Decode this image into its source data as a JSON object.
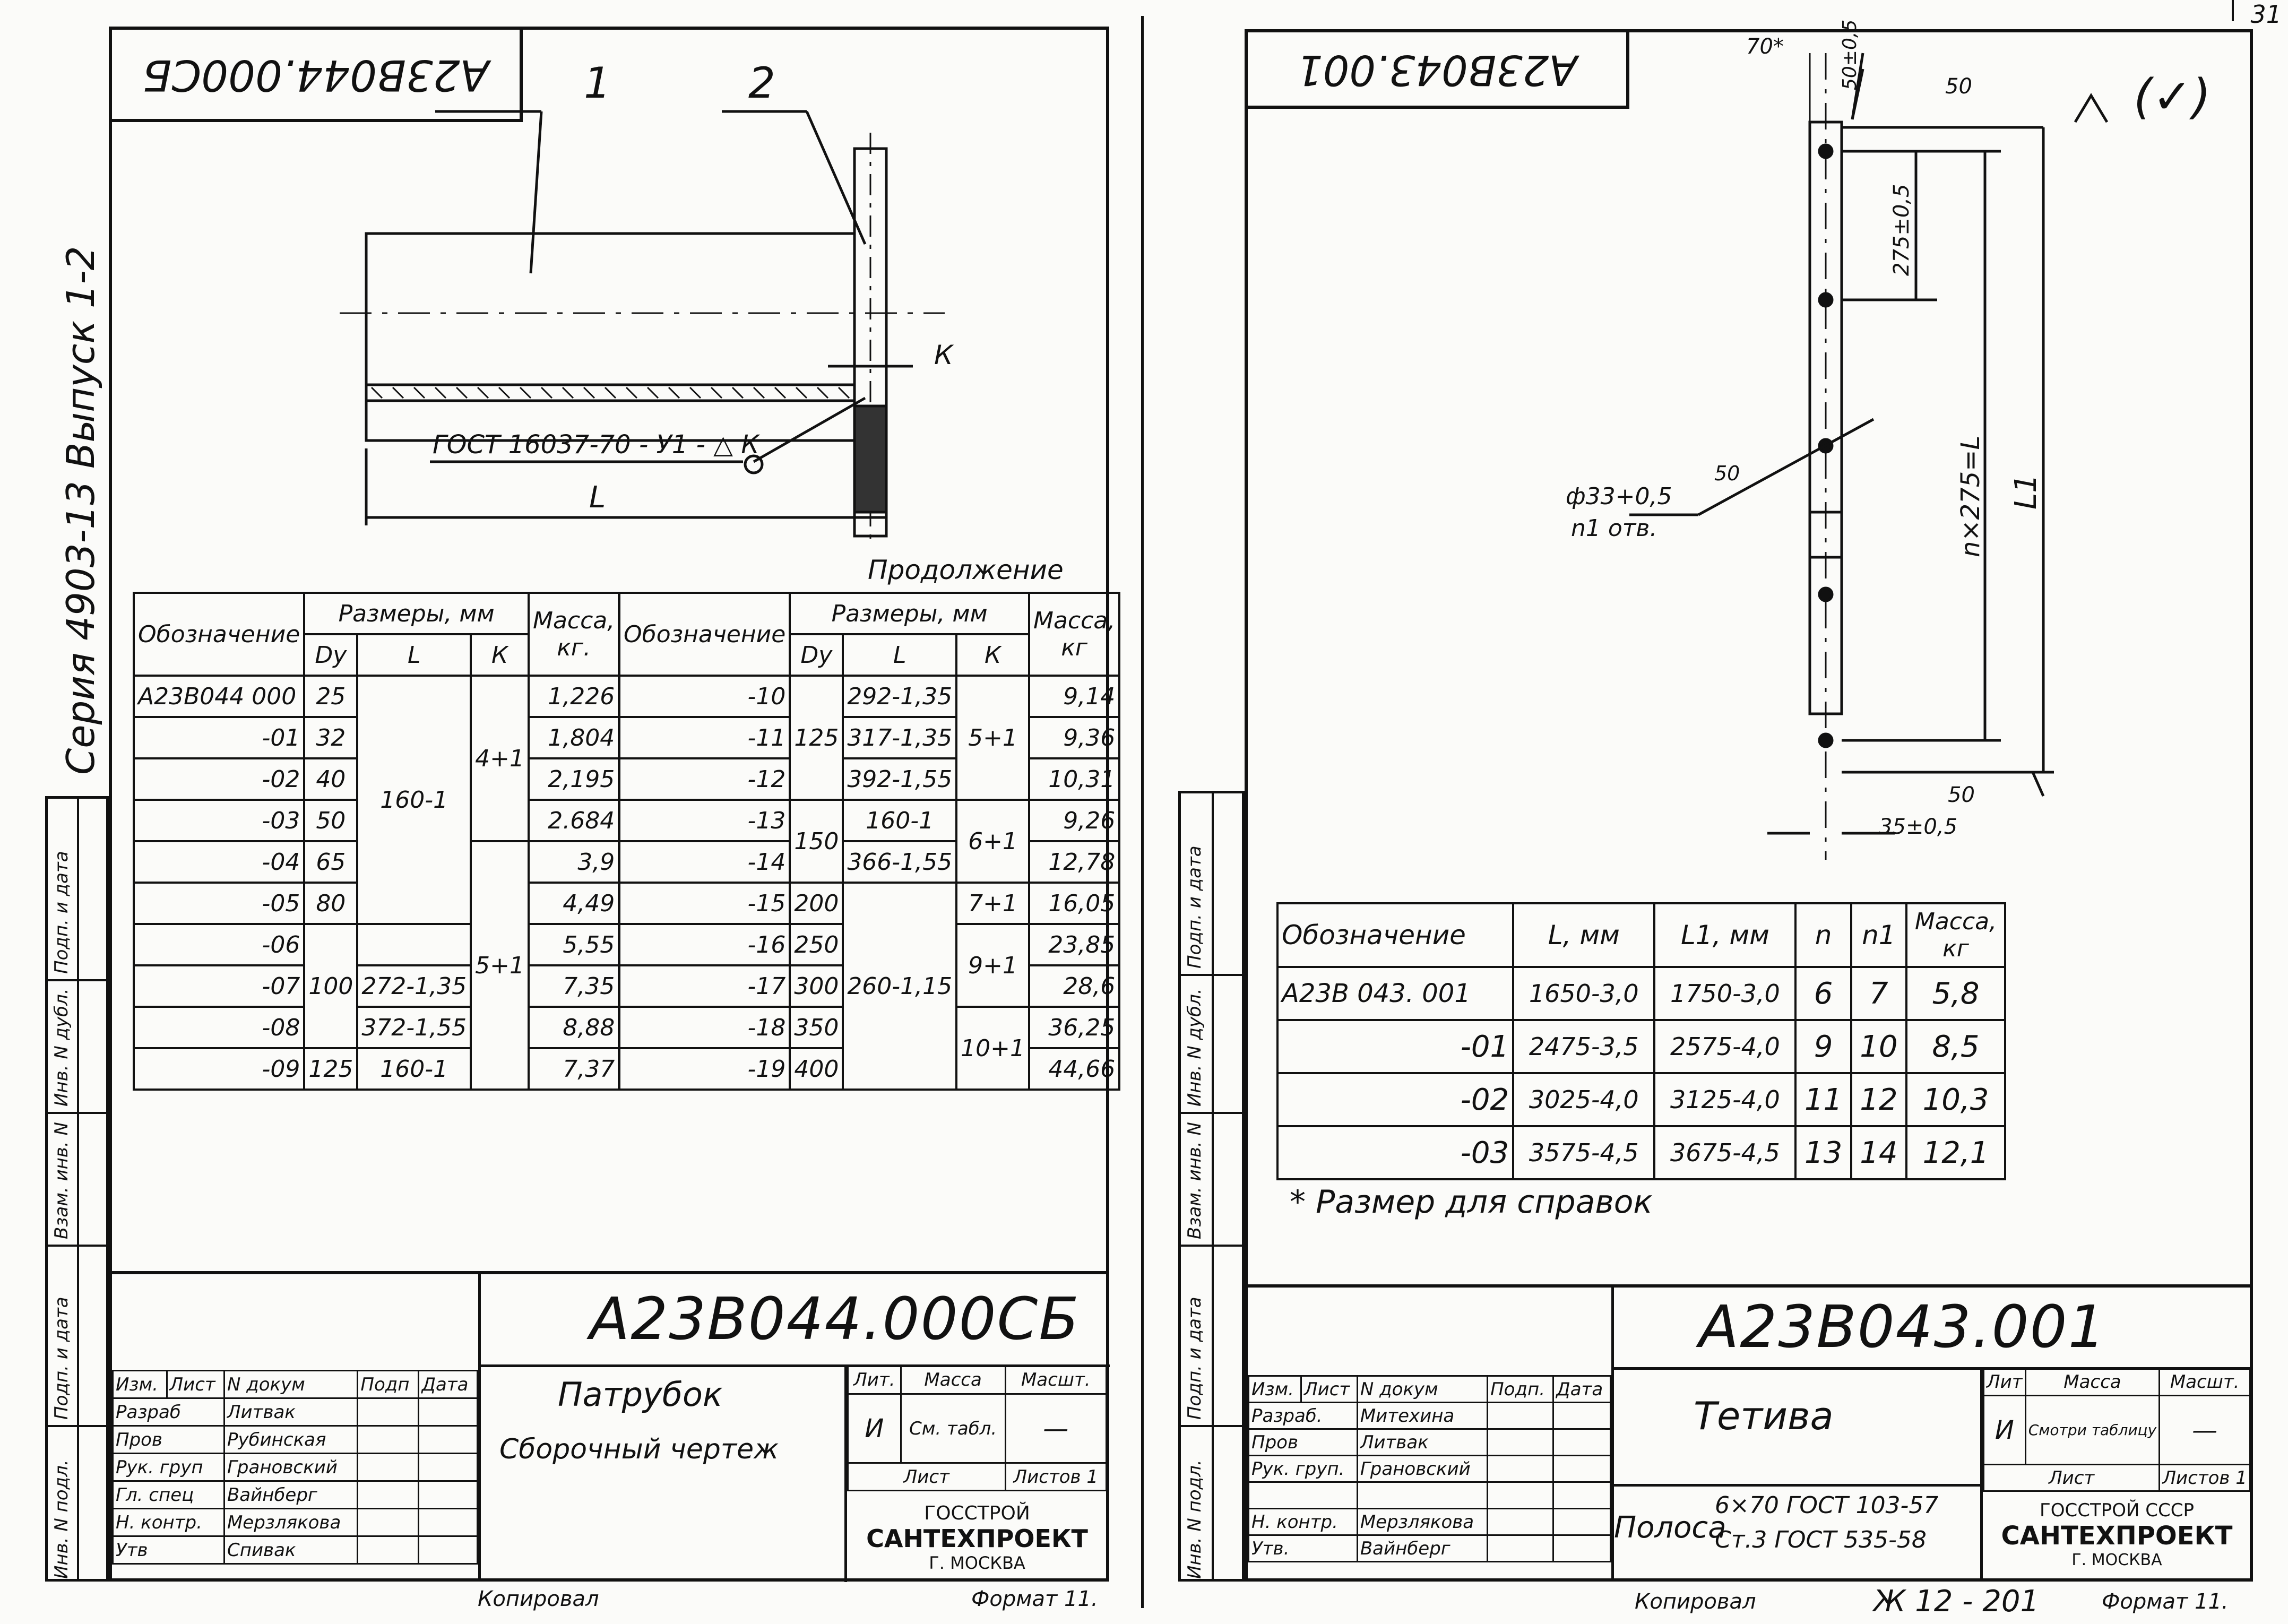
{
  "page_number": "31",
  "left": {
    "code_rotated": "А23В044.000СБ",
    "series_label": "Серия 4903-13   Выпуск 1-2",
    "sidebar_labels": [
      "Подп. и дата",
      "Инв. N дубл.",
      "Взам. инв. N",
      "Подп. и дата",
      "Инв. N подл."
    ],
    "callout_1": "1",
    "callout_2": "2",
    "weld_note": "ГОСТ 16037-70 - У1 - △ К",
    "dim_L": "L",
    "dim_K": "К",
    "continuation": "Продолжение",
    "table1": {
      "h_designation": "Обозначение",
      "h_sizes": "Размеры, мм",
      "h_mass": "Масса, кг.",
      "h_dy": "Dу",
      "h_l": "L",
      "h_k": "К",
      "rows": [
        {
          "d": "А23В044 000",
          "dy": "25",
          "m": "1,226"
        },
        {
          "d": "-01",
          "dy": "32",
          "m": "1,804"
        },
        {
          "d": "-02",
          "dy": "40",
          "m": "2,195"
        },
        {
          "d": "-03",
          "dy": "50",
          "m": "2.684"
        },
        {
          "d": "-04",
          "dy": "65",
          "m": "3,9"
        },
        {
          "d": "-05",
          "dy": "80",
          "m": "4,49"
        },
        {
          "d": "-06",
          "dy": "",
          "m": "5,55"
        },
        {
          "d": "-07",
          "dy": "100",
          "m": "7,35"
        },
        {
          "d": "-08",
          "dy": "",
          "m": "8,88"
        },
        {
          "d": "-09",
          "dy": "125",
          "m": "7,37"
        }
      ],
      "l_160": "160-1",
      "l_272": "272-1,35",
      "l_372": "372-1,55",
      "l_160b": "160-1",
      "k_4": "4+1",
      "k_5": "5+1"
    },
    "table2": {
      "h_designation": "Обозначение",
      "h_sizes": "Размеры, мм",
      "h_mass": "Масса, кг",
      "h_dy": "Dу",
      "h_l": "L",
      "h_k": "К",
      "rows": [
        {
          "d": "-10",
          "m": "9,14"
        },
        {
          "d": "-11",
          "m": "9,36"
        },
        {
          "d": "-12",
          "m": "10,31"
        },
        {
          "d": "-13",
          "m": "9,26"
        },
        {
          "d": "-14",
          "m": "12,78"
        },
        {
          "d": "-15",
          "m": "16,05"
        },
        {
          "d": "-16",
          "m": "23,85"
        },
        {
          "d": "-17",
          "m": "28,6"
        },
        {
          "d": "-18",
          "m": "36,25"
        },
        {
          "d": "-19",
          "m": "44,66"
        }
      ],
      "dy_125": "125",
      "dy_150": "150",
      "dy_200": "200",
      "dy_250": "250",
      "dy_300": "300",
      "dy_350": "350",
      "dy_400": "400",
      "l_292": "292-1,35",
      "l_317": "317-1,35",
      "l_392": "392-1,55",
      "l_160": "160-1",
      "l_366": "366-1,55",
      "l_260": "260-1,15",
      "k_5": "5+1",
      "k_6": "6+1",
      "k_7": "7+1",
      "k_9": "9+1",
      "k_10": "10+1"
    },
    "title_block": {
      "code": "А23В044.000СБ",
      "name": "Патрубок",
      "doc_type": "Сборочный чертеж",
      "h_izm": "Изм.",
      "h_list": "Лист",
      "h_ndok": "N докум",
      "h_podp": "Подп",
      "h_data": "Дата",
      "roles": [
        "Разраб",
        "Пров",
        "Рук. груп",
        "Гл. спец",
        "Н. контр.",
        "Утв"
      ],
      "people": [
        "Литвак",
        "Рубинская",
        "Грановский",
        "Вайнберг",
        "Мерзлякова",
        "Спивак"
      ],
      "lit_label": "Лит.",
      "mass_label": "Масса",
      "scale_label": "Масшт.",
      "lit_value": "И",
      "mass_value": "См. табл.",
      "scale_value": "—",
      "sheet_label": "Лист",
      "sheets_label": "Листов 1",
      "org1": "ГОССТРОЙ",
      "org2": "САНТЕХПРОЕКТ",
      "org3": "Г. МОСКВА"
    },
    "copied": "Копировал",
    "format": "Формат 11."
  },
  "right": {
    "code_rotated": "А23В043.001",
    "sidebar_labels": [
      "Подп. и дата",
      "Инв. N дубл.",
      "Взам. инв. N",
      "Подп. и дата",
      "Инв. N подл."
    ],
    "dims": {
      "d70": "70*",
      "d50_05": "50±0,5",
      "d50": "50",
      "rough": "(✓)",
      "d275": "275±0,5",
      "nx275": "n×275=L",
      "L1": "L1",
      "hole": "ф33+0,5",
      "holes": "n1 отв.",
      "d50b": "50",
      "d35": "35±0,5",
      "d50c": "50"
    },
    "table": {
      "h_designation": "Обозначение",
      "h_L": "L, мм",
      "h_L1": "L1, мм",
      "h_n": "n",
      "h_n1": "n1",
      "h_mass": "Масса, кг",
      "rows": [
        {
          "d": "А23В 043. 001",
          "L": "1650-3,0",
          "L1": "1750-3,0",
          "n": "6",
          "n1": "7",
          "m": "5,8"
        },
        {
          "d": "-01",
          "L": "2475-3,5",
          "L1": "2575-4,0",
          "n": "9",
          "n1": "10",
          "m": "8,5"
        },
        {
          "d": "-02",
          "L": "3025-4,0",
          "L1": "3125-4,0",
          "n": "11",
          "n1": "12",
          "m": "10,3"
        },
        {
          "d": "-03",
          "L": "3575-4,5",
          "L1": "3675-4,5",
          "n": "13",
          "n1": "14",
          "m": "12,1"
        }
      ]
    },
    "note": "* Размер для   справок",
    "title_block": {
      "code": "А23В043.001",
      "name": "Тетива",
      "h_izm": "Изм.",
      "h_list": "Лист",
      "h_ndok": "N докум",
      "h_podp": "Подп.",
      "h_data": "Дата",
      "roles": [
        "Разраб.",
        "Пров",
        "Рук. груп.",
        "",
        "Н. контр.",
        "Утв."
      ],
      "people": [
        "Митехина",
        "Литвак",
        "Грановский",
        "",
        "Мерзлякова",
        "Вайнберг"
      ],
      "lit_label": "Лит",
      "mass_label": "Масса",
      "scale_label": "Масшт.",
      "lit_value": "И",
      "mass_value": "Смотри таблицу",
      "scale_value": "—",
      "sheet_label": "Лист",
      "sheets_label": "Листов 1",
      "material1": "Полоса",
      "material2": "6×70  ГОСТ 103-57",
      "material3": "Ст.3  ГОСТ 535-58",
      "org1": "ГОССТРОЙ СССР",
      "org2": "САНТЕХПРОЕКТ",
      "org3": "Г. МОСКВА"
    },
    "copied": "Копировал",
    "archive": "Ж 12 - 201",
    "format": "Формат 11."
  }
}
